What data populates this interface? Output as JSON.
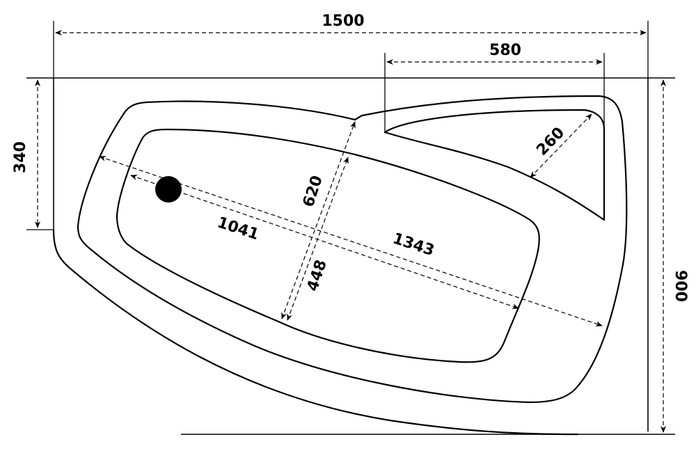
{
  "drawing": {
    "subject": "corner bathtub plan view",
    "units": "mm",
    "dimensions": {
      "overall_width": "1500",
      "seat_width": "580",
      "left_wall_height": "340",
      "overall_depth": "900",
      "seat_depth": "260",
      "outer_basin_width": "620",
      "inner_basin_width": "448",
      "inner_basin_length": "1041",
      "outer_basin_length": "1343"
    },
    "elements": [
      "outer-rim",
      "inner-basin",
      "bottom-contour",
      "seat-shelf",
      "drain-hole",
      "wall-lines"
    ],
    "colors": {
      "line": "#000000",
      "background": "#ffffff"
    }
  }
}
